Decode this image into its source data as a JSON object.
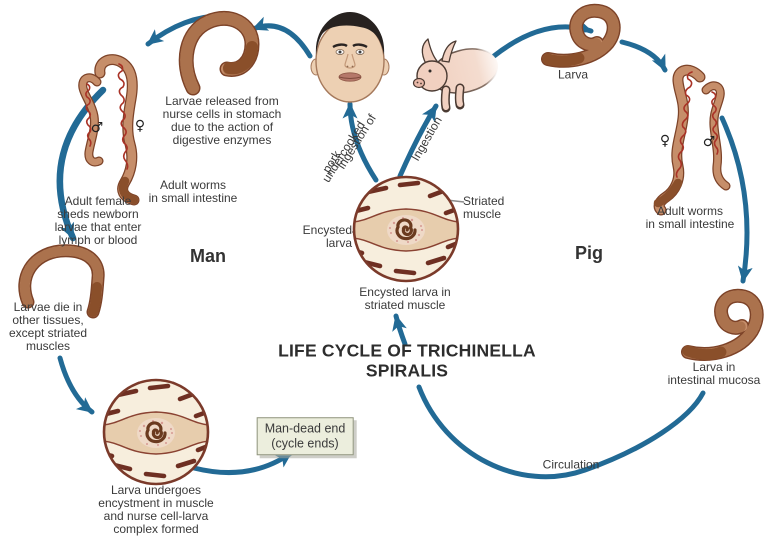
{
  "diagram_title": "LIFE CYCLE OF TRICHINELLA\nSPIRALIS",
  "host_labels": {
    "man": "Man",
    "pig": "Pig"
  },
  "man_cycle": {
    "larvae_released": "Larvae released from\nnurse cells in stomach\ndue to the action of\ndigestive enzymes",
    "adult_worms": "Adult worms\nin small intestine",
    "adult_female": "Adult female\nsheds newborn\nlarvae that enter\nlymph or blood",
    "larvae_die": "Larvae die in\nother tissues,\nexcept striated\nmuscles",
    "larva_encystment": "Larva undergoes\nencystment in muscle\nand nurse cell-larva\ncomplex formed",
    "dead_end": "Man-dead end\n(cycle ends)",
    "ingestion_line1": "Ingestion of",
    "ingestion_line2": "undercooked",
    "ingestion_line3": "pork"
  },
  "pig_cycle": {
    "ingestion": "Ingestion",
    "larva": "Larva",
    "adult_worms": "Adult worms\nin small intestine",
    "larva_mucosa": "Larva in\nintestinal mucosa",
    "circulation": "Circulation"
  },
  "center_illustration": {
    "encysted_larva": "Encysted\nlarva",
    "striated_muscle": "Striated\nmuscle",
    "caption": "Encysted larva in\nstriated muscle"
  },
  "symbols": {
    "female": "♀",
    "male": "♂"
  },
  "colors": {
    "arrow": "#226a95",
    "text": "#3a3a3a",
    "title": "#2d2d2d",
    "worm-body": "#c68e6a",
    "worm-outline": "#7d4328",
    "worm-dark": "#8a4f2b",
    "worm-red": "#a93226",
    "cell-bg": "#f7eedd",
    "cell-border": "#7b3a2a",
    "striation": "#6e2f22",
    "band": "#e7cdad",
    "box-bg": "#eceedd"
  }
}
